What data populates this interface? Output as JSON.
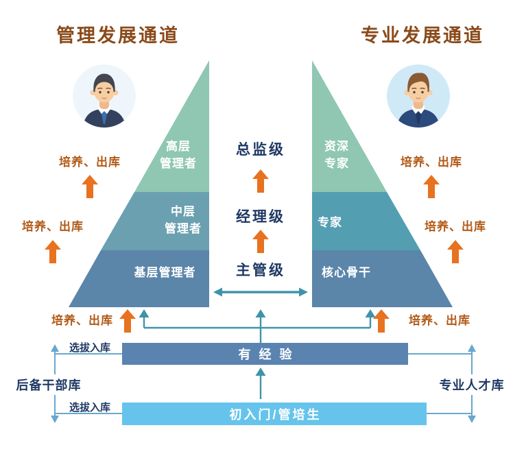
{
  "titles": {
    "management": "管理发展通道",
    "professional": "专业发展通道"
  },
  "management_pyramid": {
    "levels": [
      "高层\n管理者",
      "中层\n管理者",
      "基层管理者"
    ]
  },
  "professional_pyramid": {
    "levels": [
      "资深\n专家",
      "专家",
      "核心骨干"
    ]
  },
  "ranks": [
    "总监级",
    "经理级",
    "主管级"
  ],
  "labels": {
    "cultivate": "培养、出库",
    "select": "选拔入库"
  },
  "bars": {
    "experienced": "有经验",
    "entry": "初入门/管培生"
  },
  "pools": {
    "reserve_cadre": "后备干部库",
    "professional_talent": "专业人才库"
  },
  "colors": {
    "title_brown": "#8a4a1a",
    "cultivate_orange_text": "#b25a17",
    "arrow_orange": "#e8721f",
    "navy_text": "#1f3864",
    "pyramid_top_green": "#8fc7b2",
    "pyramid_mid_teal_left": "#6ba0b0",
    "pyramid_mid_teal_right": "#549eb2",
    "pyramid_bottom_blue": "#5b85a9",
    "bar_experienced_blue": "#5b83b0",
    "bar_entry_skyblue": "#66c4ec",
    "connector_teal": "#3f93a9",
    "bracket_blue": "#69a7cc"
  }
}
